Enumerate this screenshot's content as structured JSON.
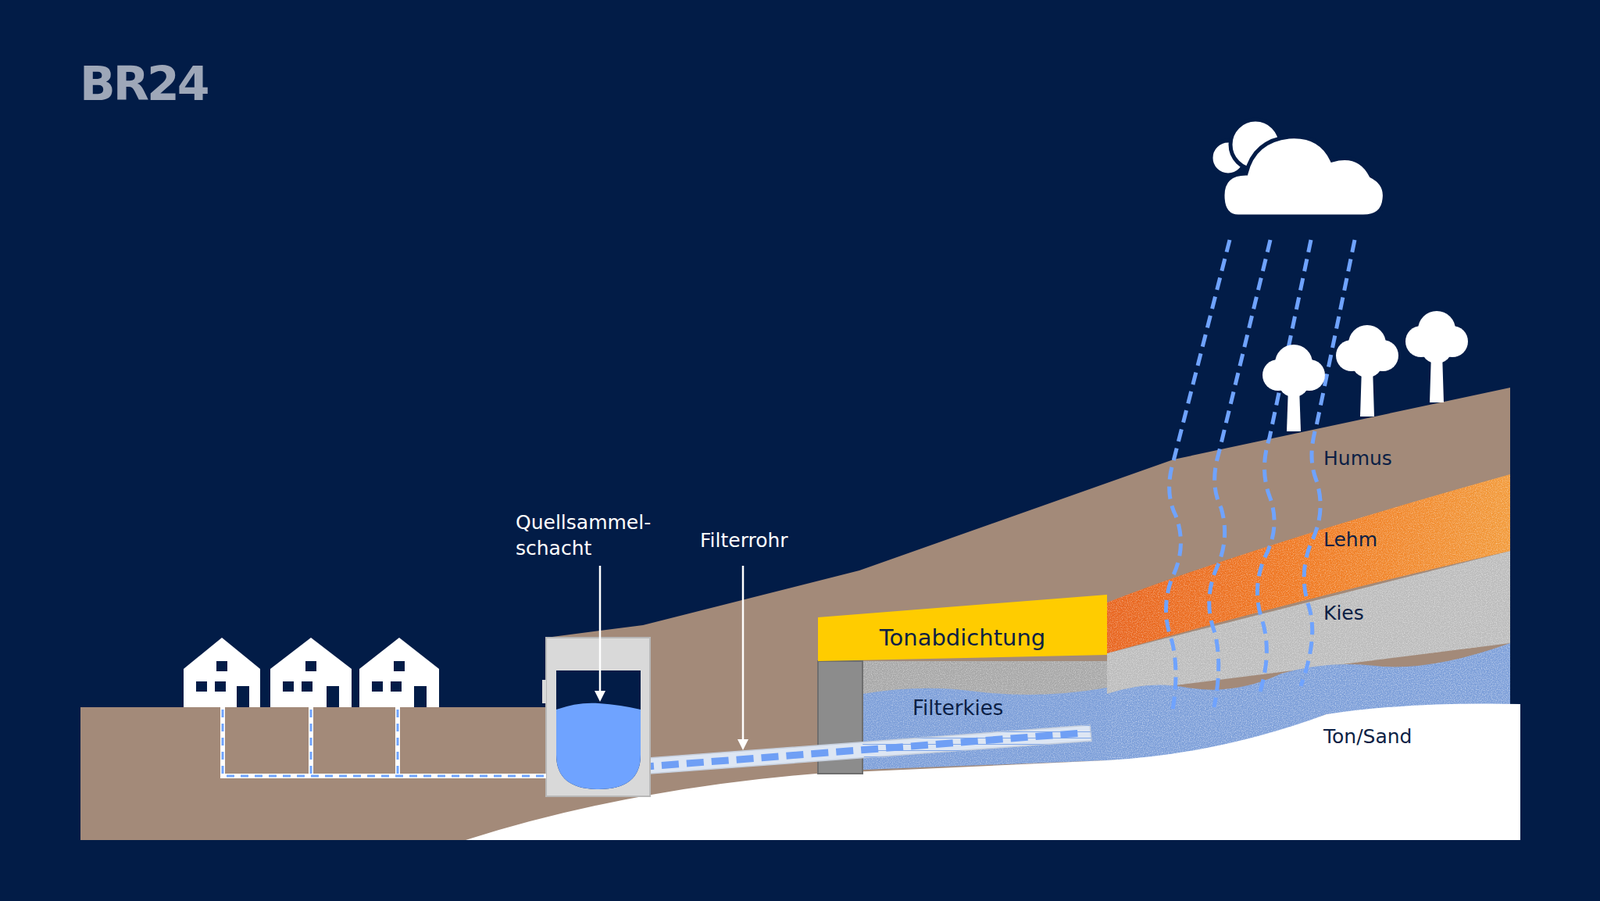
{
  "diagram": {
    "nodes": [
      {
        "text": [
          "Tonabdichtung"
        ]
      },
      {
        "text": [
          "Filterkies"
        ]
      }
    ],
    "edges": [],
    "labels": [
      "BR24",
      "Quellsammel- schacht",
      "Filterrohr",
      "Humus",
      "Lehm",
      "Kies",
      "Ton/Sand"
    ]
  }
}
